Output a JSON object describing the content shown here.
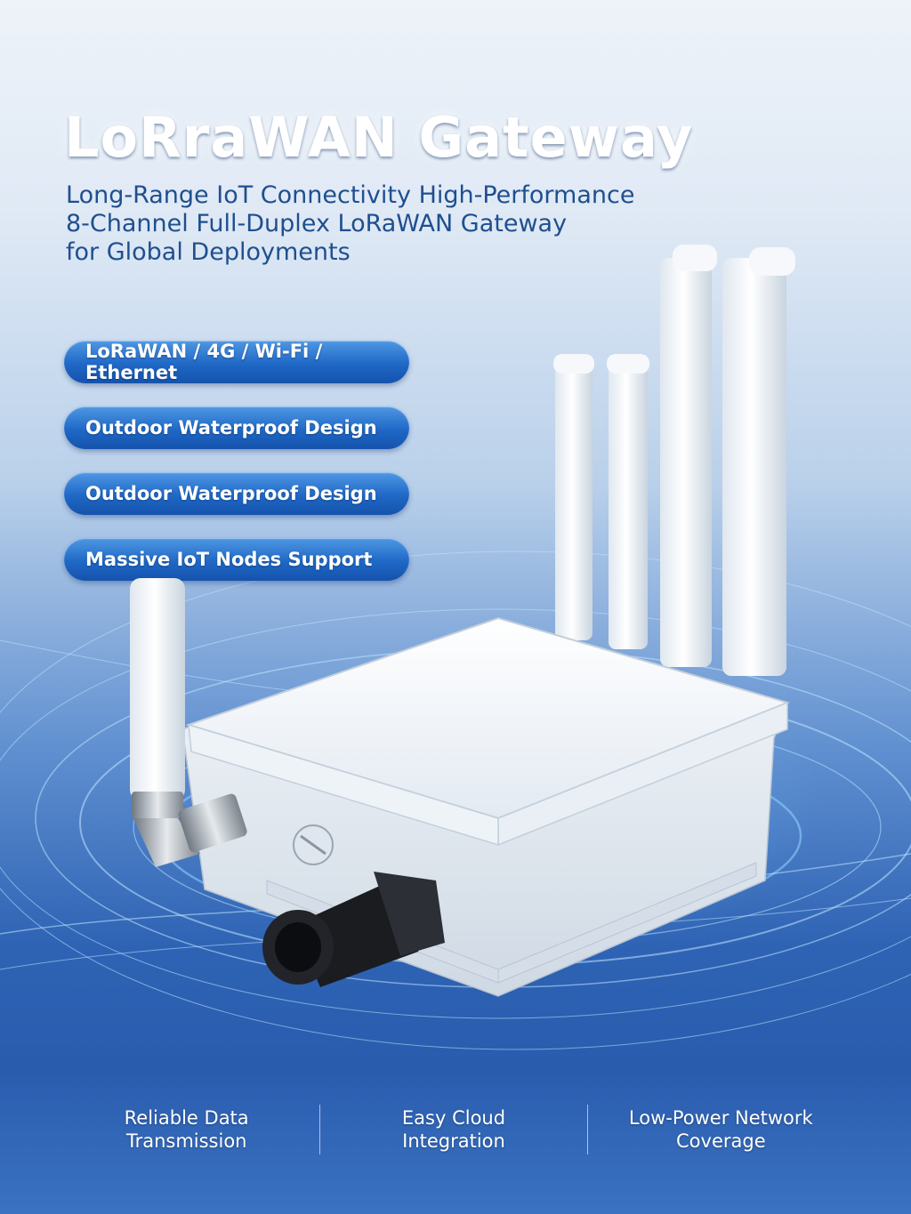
{
  "header": {
    "title": "LoRraWAN Gateway",
    "subtitle_lines": [
      "Long-Range IoT Connectivity High-Performance",
      "8-Channel Full-Duplex LoRaWAN Gateway",
      "for Global Deployments"
    ]
  },
  "features": [
    {
      "label": "LoRaWAN / 4G / Wi-Fi / Ethernet"
    },
    {
      "label": "Outdoor Waterproof Design"
    },
    {
      "label": "Outdoor Waterproof Design"
    },
    {
      "label": "Massive IoT Nodes Support"
    }
  ],
  "bottom": [
    {
      "line1": "Reliable Data",
      "line2": "Transmission"
    },
    {
      "line1": "Easy Cloud",
      "line2": "Integration"
    },
    {
      "line1": "Low-Power Network",
      "line2": "Coverage"
    }
  ],
  "colors": {
    "accent": "#1f68c6",
    "subtitle": "#1f4f8f",
    "device": "#f2f6fa"
  },
  "icons": [
    "gateway-device-image",
    "antenna",
    "cable-gland",
    "rf-connector"
  ]
}
